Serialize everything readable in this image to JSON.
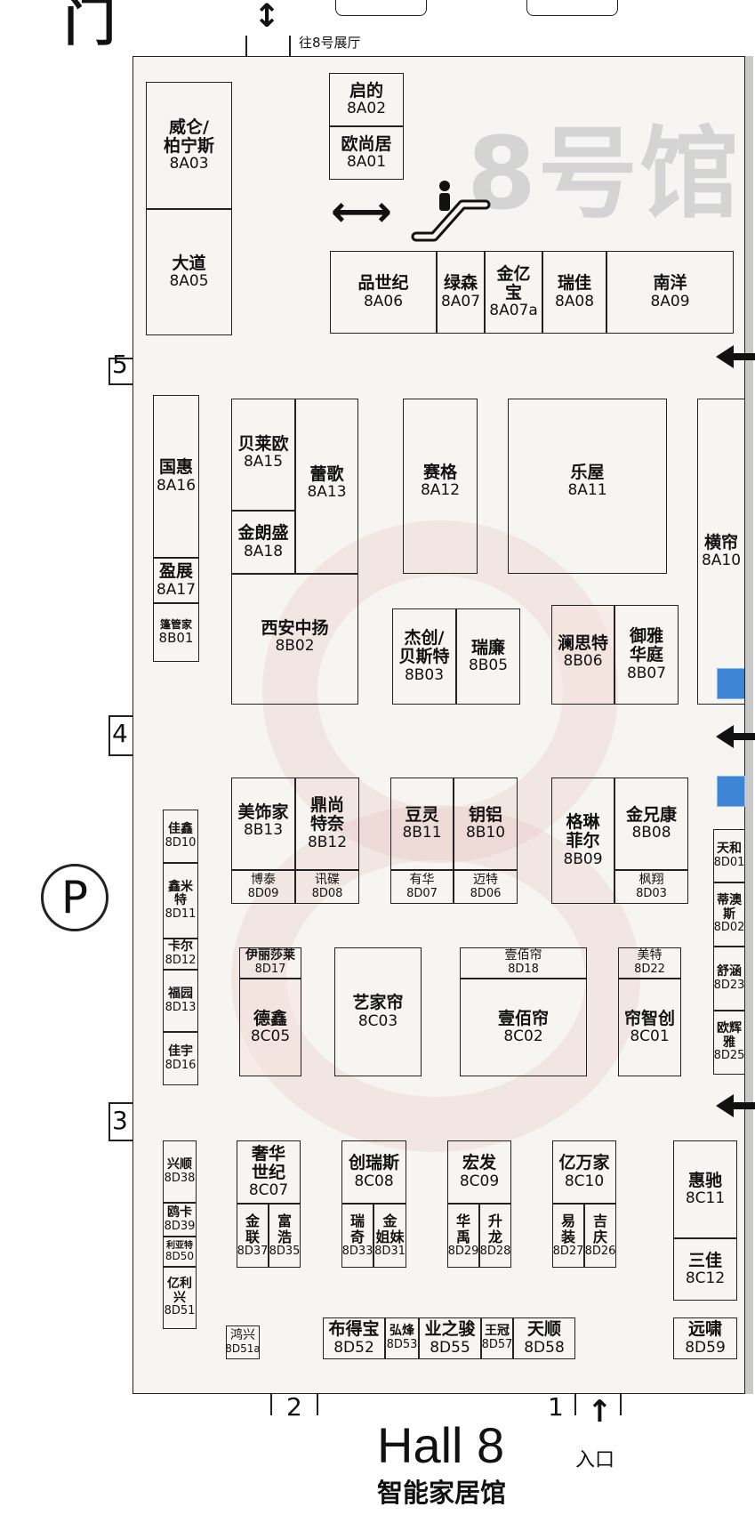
{
  "hall": {
    "title_big": "8号馆",
    "title_en": "Hall 8",
    "subtitle": "智能家居馆",
    "entrance_label": "入口",
    "to_hall_label": "往8号展厅",
    "partial_top_label": "门",
    "parking_label": "P",
    "colors": {
      "wall": "#222222",
      "floor": "#f6f5f2",
      "watermark": "#d4d4d4",
      "accent_ring": "#e6beb9",
      "info_blue": "#3d86d6"
    }
  },
  "markers": {
    "m5": "5",
    "m4": "4",
    "m3": "3",
    "m2": "2",
    "m1": "1"
  },
  "booths": {
    "b8A02": {
      "name": "启的",
      "code": "8A02"
    },
    "b8A01": {
      "name": "欧尚居",
      "code": "8A01"
    },
    "b8A03": {
      "name": "威仑/\n柏宁斯",
      "code": "8A03"
    },
    "b8A05": {
      "name": "大道",
      "code": "8A05"
    },
    "b8A06": {
      "name": "品世纪",
      "code": "8A06"
    },
    "b8A07": {
      "name": "绿森",
      "code": "8A07"
    },
    "b8A07a": {
      "name": "金亿\n宝",
      "code": "8A07a"
    },
    "b8A08": {
      "name": "瑞佳",
      "code": "8A08"
    },
    "b8A09": {
      "name": "南洋",
      "code": "8A09"
    },
    "b8A16": {
      "name": "国惠",
      "code": "8A16"
    },
    "b8A17": {
      "name": "盈展",
      "code": "8A17"
    },
    "b8B01": {
      "name": "篷管家",
      "code": "8B01"
    },
    "b8A15": {
      "name": "贝莱欧",
      "code": "8A15"
    },
    "b8A13": {
      "name": "蕾歌",
      "code": "8A13"
    },
    "b8A18": {
      "name": "金朗盛",
      "code": "8A18"
    },
    "b8B02": {
      "name": "西安中扬",
      "code": "8B02"
    },
    "b8A12": {
      "name": "赛格",
      "code": "8A12"
    },
    "b8A11": {
      "name": "乐屋",
      "code": "8A11"
    },
    "b8A10": {
      "name": "横帘",
      "code": "8A10"
    },
    "b8B03": {
      "name": "杰创/\n贝斯特",
      "code": "8B03"
    },
    "b8B05": {
      "name": "瑞廉",
      "code": "8B05"
    },
    "b8B06": {
      "name": "澜思特",
      "code": "8B06"
    },
    "b8B07": {
      "name": "御雅\n华庭",
      "code": "8B07"
    },
    "b8B13": {
      "name": "美饰家",
      "code": "8B13"
    },
    "b8B12": {
      "name": "鼎尚\n特奈",
      "code": "8B12"
    },
    "b8D09": {
      "name": "博泰",
      "code": "8D09"
    },
    "b8D08": {
      "name": "讯碟",
      "code": "8D08"
    },
    "b8B11": {
      "name": "豆灵",
      "code": "8B11"
    },
    "b8B10": {
      "name": "钥铝",
      "code": "8B10"
    },
    "b8D07": {
      "name": "有华",
      "code": "8D07"
    },
    "b8D06": {
      "name": "迈特",
      "code": "8D06"
    },
    "b8B09": {
      "name": "格琳\n菲尔",
      "code": "8B09"
    },
    "b8B08": {
      "name": "金兄康",
      "code": "8B08"
    },
    "b8D03": {
      "name": "枫翔",
      "code": "8D03"
    },
    "b8D10": {
      "name": "佳鑫",
      "code": "8D10"
    },
    "b8D11": {
      "name": "鑫米\n特",
      "code": "8D11"
    },
    "b8D12": {
      "name": "卡尔",
      "code": "8D12"
    },
    "b8D13": {
      "name": "福园",
      "code": "8D13"
    },
    "b8D16": {
      "name": "佳宇",
      "code": "8D16"
    },
    "b8D17": {
      "name": "伊丽莎莱",
      "code": "8D17"
    },
    "b8C05": {
      "name": "德鑫",
      "code": "8C05"
    },
    "b8C03": {
      "name": "艺家帘",
      "code": "8C03"
    },
    "b8D18": {
      "name": "壹佰帘",
      "code": "8D18"
    },
    "b8C02": {
      "name": "壹佰帘",
      "code": "8C02"
    },
    "b8D22": {
      "name": "美特",
      "code": "8D22"
    },
    "b8C01": {
      "name": "帘智创",
      "code": "8C01"
    },
    "b8D01": {
      "name": "天和",
      "code": "8D01"
    },
    "b8D02": {
      "name": "蒂澳\n斯",
      "code": "8D02"
    },
    "b8D23": {
      "name": "舒涵",
      "code": "8D23"
    },
    "b8D25": {
      "name": "欧辉\n雅",
      "code": "8D25"
    },
    "b8D38": {
      "name": "兴顺",
      "code": "8D38"
    },
    "b8D39": {
      "name": "鸥卡",
      "code": "8D39"
    },
    "b8D50": {
      "name": "利亚特",
      "code": "8D50"
    },
    "b8D51": {
      "name": "亿利\n兴",
      "code": "8D51"
    },
    "b8D51a": {
      "name": "鸿兴",
      "code": "8D51a"
    },
    "b8C07": {
      "name": "奢华\n世纪",
      "code": "8C07"
    },
    "b8D37": {
      "name": "金\n联",
      "code": "8D37"
    },
    "b8D35": {
      "name": "富\n浩",
      "code": "8D35"
    },
    "b8C08": {
      "name": "创瑞斯",
      "code": "8C08"
    },
    "b8D33": {
      "name": "瑞\n奇",
      "code": "8D33"
    },
    "b8D31": {
      "name": "金\n姐妹",
      "code": "8D31"
    },
    "b8C09": {
      "name": "宏发",
      "code": "8C09"
    },
    "b8D29": {
      "name": "华\n禹",
      "code": "8D29"
    },
    "b8D28": {
      "name": "升\n龙",
      "code": "8D28"
    },
    "b8C10": {
      "name": "亿万家",
      "code": "8C10"
    },
    "b8D27": {
      "name": "易\n装",
      "code": "8D27"
    },
    "b8D26": {
      "name": "吉\n庆",
      "code": "8D26"
    },
    "b8C11": {
      "name": "惠驰",
      "code": "8C11"
    },
    "b8C12": {
      "name": "三佳",
      "code": "8C12"
    },
    "b8D52": {
      "name": "布得宝",
      "code": "8D52"
    },
    "b8D53": {
      "name": "弘烽",
      "code": "8D53"
    },
    "b8D55": {
      "name": "业之骏",
      "code": "8D55"
    },
    "b8D57": {
      "name": "王冠",
      "code": "8D57"
    },
    "b8D58": {
      "name": "天顺",
      "code": "8D58"
    },
    "b8D59": {
      "name": "远啸",
      "code": "8D59"
    }
  }
}
